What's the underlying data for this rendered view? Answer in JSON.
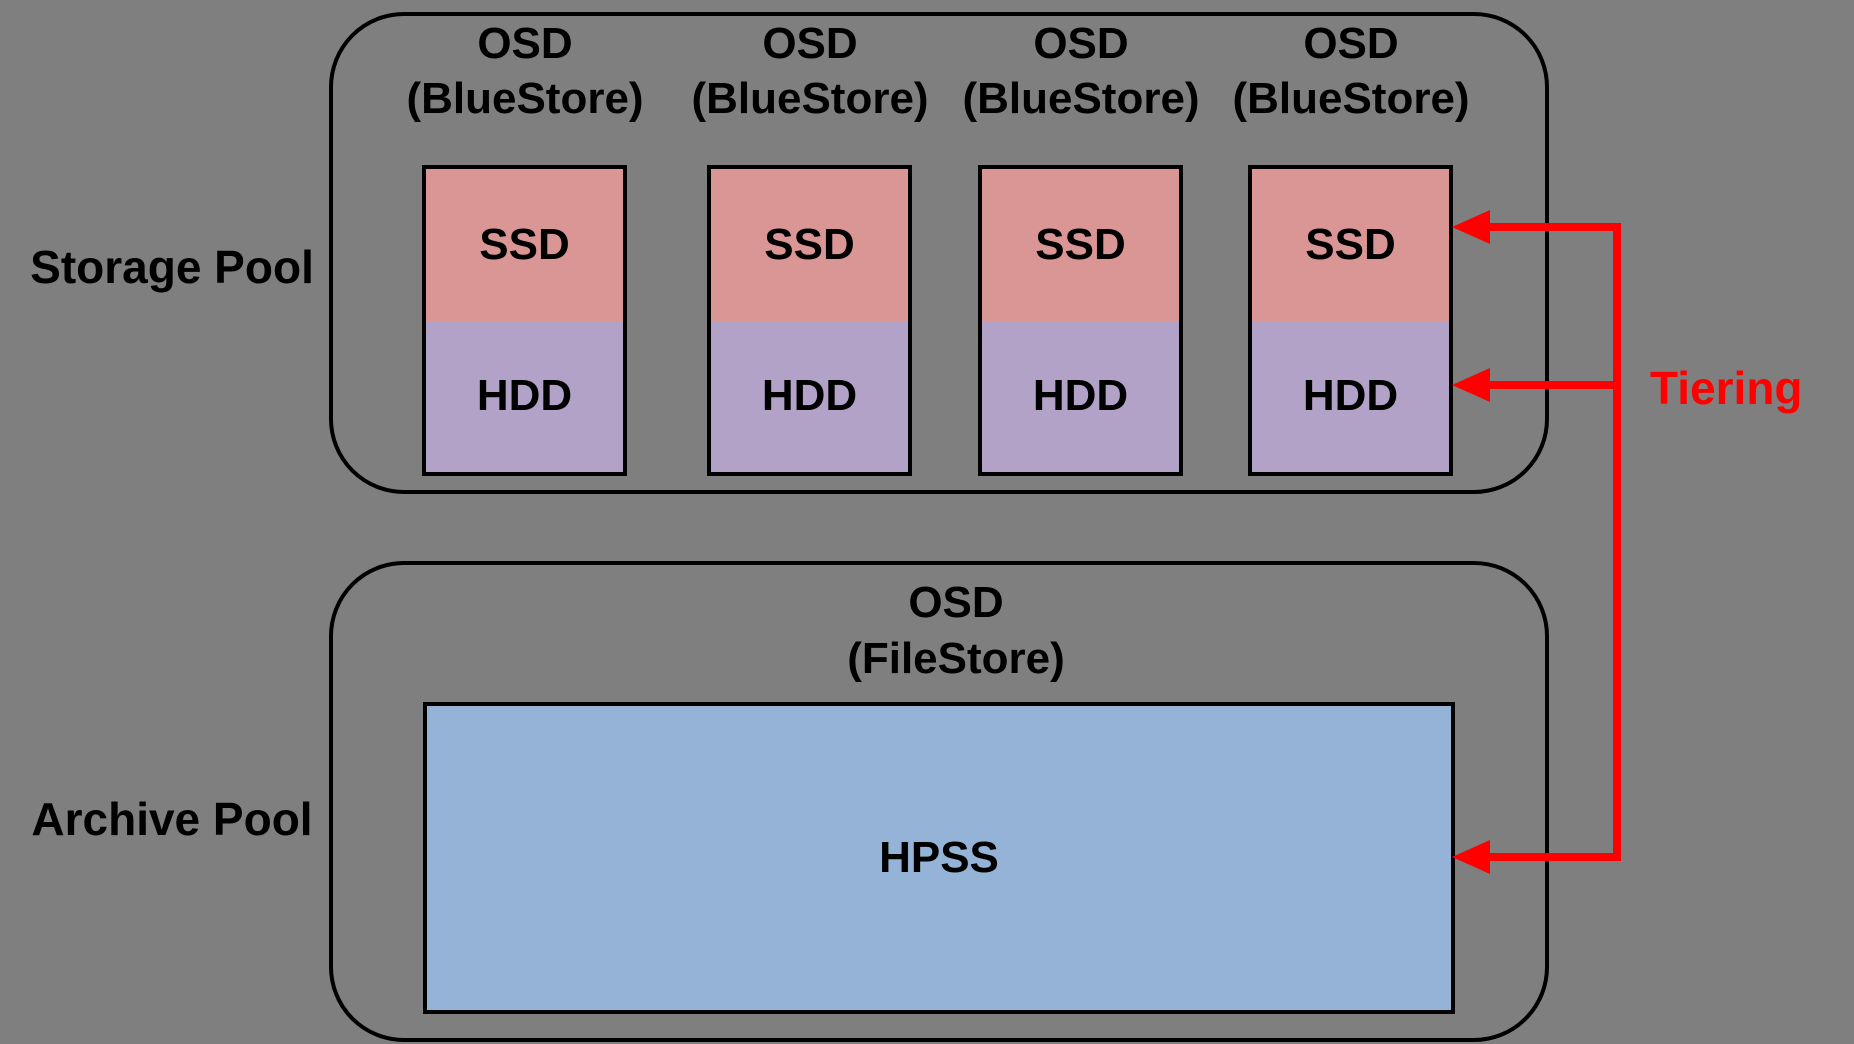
{
  "colors": {
    "background": "#7f7f7f",
    "border": "#000000",
    "ssd": "#d99694",
    "hdd": "#b3a2c7",
    "hpss": "#95b3d7",
    "arrow": "#ff0000"
  },
  "storage_pool": {
    "label": "Storage Pool",
    "osds": [
      {
        "title_line1": "OSD",
        "title_line2": "(BlueStore)",
        "tiers": [
          {
            "label": "SSD"
          },
          {
            "label": "HDD"
          }
        ]
      },
      {
        "title_line1": "OSD",
        "title_line2": "(BlueStore)",
        "tiers": [
          {
            "label": "SSD"
          },
          {
            "label": "HDD"
          }
        ]
      },
      {
        "title_line1": "OSD",
        "title_line2": "(BlueStore)",
        "tiers": [
          {
            "label": "SSD"
          },
          {
            "label": "HDD"
          }
        ]
      },
      {
        "title_line1": "OSD",
        "title_line2": "(BlueStore)",
        "tiers": [
          {
            "label": "SSD"
          },
          {
            "label": "HDD"
          }
        ]
      }
    ]
  },
  "archive_pool": {
    "label": "Archive Pool",
    "osd": {
      "title_line1": "OSD",
      "title_line2": "(FileStore)"
    },
    "box_label": "HPSS"
  },
  "annotation": {
    "label": "Tiering"
  }
}
